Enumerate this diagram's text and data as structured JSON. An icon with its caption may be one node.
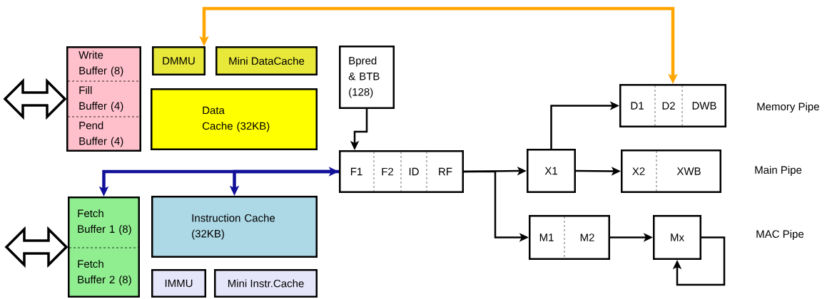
{
  "diagram": {
    "nodes": [
      {
        "text": [
          "Write Buffer (8)",
          "Fill Buffer (4)",
          "Pend Buffer (4)"
        ]
      },
      {
        "text": [
          "DMMU"
        ]
      },
      {
        "text": [
          "Mini DataCache"
        ]
      },
      {
        "text": [
          "Data Cache (32KB)"
        ]
      },
      {
        "text": [
          "Bpred & BTB (128)"
        ]
      },
      {
        "text": [
          "D1",
          "D2",
          "DWB"
        ]
      },
      {
        "text": [
          "F1",
          "F2",
          "ID",
          "RF"
        ]
      },
      {
        "text": [
          "X1"
        ]
      },
      {
        "text": [
          "X2",
          "XWB"
        ]
      },
      {
        "text": [
          "Fetch Buffer 1 (8)",
          "Fetch Buffer 2 (8)"
        ]
      },
      {
        "text": [
          "Instruction Cache (32KB)"
        ]
      },
      {
        "text": [
          "M1",
          "M2"
        ]
      },
      {
        "text": [
          "Mx"
        ]
      },
      {
        "text": [
          "IMMU"
        ]
      },
      {
        "text": [
          "Mini Instr.Cache"
        ]
      }
    ],
    "edges": [
      {
        "from": 1,
        "to": 5,
        "arrow": "both",
        "style": "thick",
        "color": "#ffa500"
      },
      {
        "from": 6,
        "to": 9,
        "arrow": "both",
        "style": "thick",
        "color": "#10109a"
      },
      {
        "from": 6,
        "to": 10,
        "arrow": "to",
        "style": "thick",
        "color": "#10109a"
      },
      {
        "from": 4,
        "to": 6,
        "arrow": "to"
      },
      {
        "from": 6,
        "to": 7,
        "arrow": "to"
      },
      {
        "from": 6,
        "to": 11,
        "arrow": "to"
      },
      {
        "from": 7,
        "to": 5,
        "arrow": "to"
      },
      {
        "from": 7,
        "to": 8,
        "arrow": "to"
      },
      {
        "from": 11,
        "to": 12,
        "arrow": "to"
      },
      {
        "from": 12,
        "to": 12,
        "arrow": "to"
      },
      {
        "from": null,
        "to": 0,
        "arrow": "both"
      },
      {
        "from": null,
        "to": 9,
        "arrow": "both"
      }
    ],
    "labels": [
      "Memory Pipe",
      "Main Pipe",
      "MAC Pipe"
    ]
  }
}
